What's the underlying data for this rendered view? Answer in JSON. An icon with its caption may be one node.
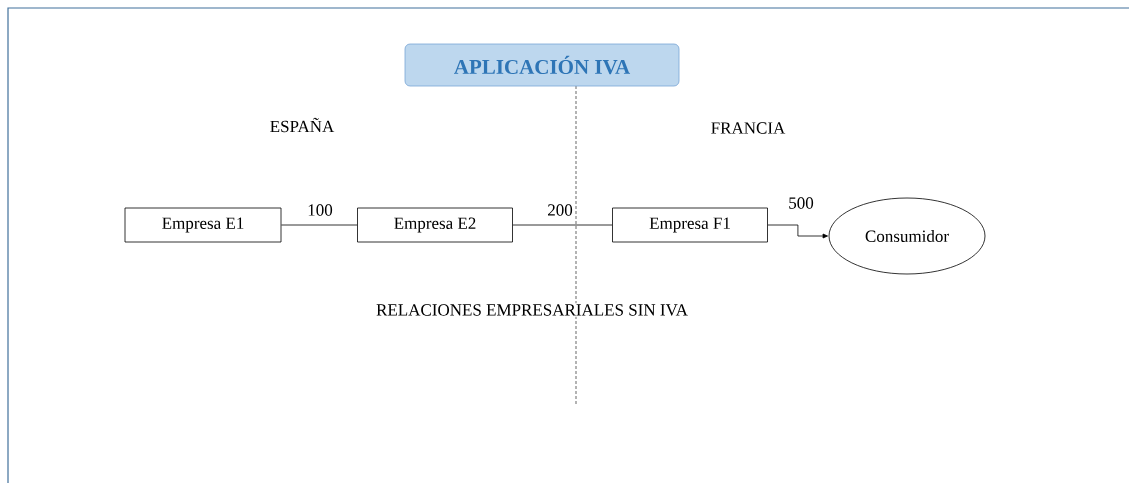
{
  "diagram": {
    "nodes": [
      {
        "text": [
          "APLICACIÓN IVA"
        ]
      },
      {
        "text": [
          "Empresa E1"
        ]
      },
      {
        "text": [
          "Empresa E2"
        ]
      },
      {
        "text": [
          "Empresa F1"
        ]
      },
      {
        "text": [
          "Consumidor"
        ]
      }
    ],
    "edges": [
      {
        "from": 1,
        "to": 2,
        "arrow": "none",
        "label": "100"
      },
      {
        "from": 2,
        "to": 3,
        "arrow": "none",
        "label": "200"
      },
      {
        "from": 3,
        "to": 4,
        "arrow": "to",
        "label": "500"
      }
    ],
    "labels": [
      "ESPAÑA",
      "FRANCIA",
      "RELACIONES EMPRESARIALES SIN IVA"
    ]
  }
}
